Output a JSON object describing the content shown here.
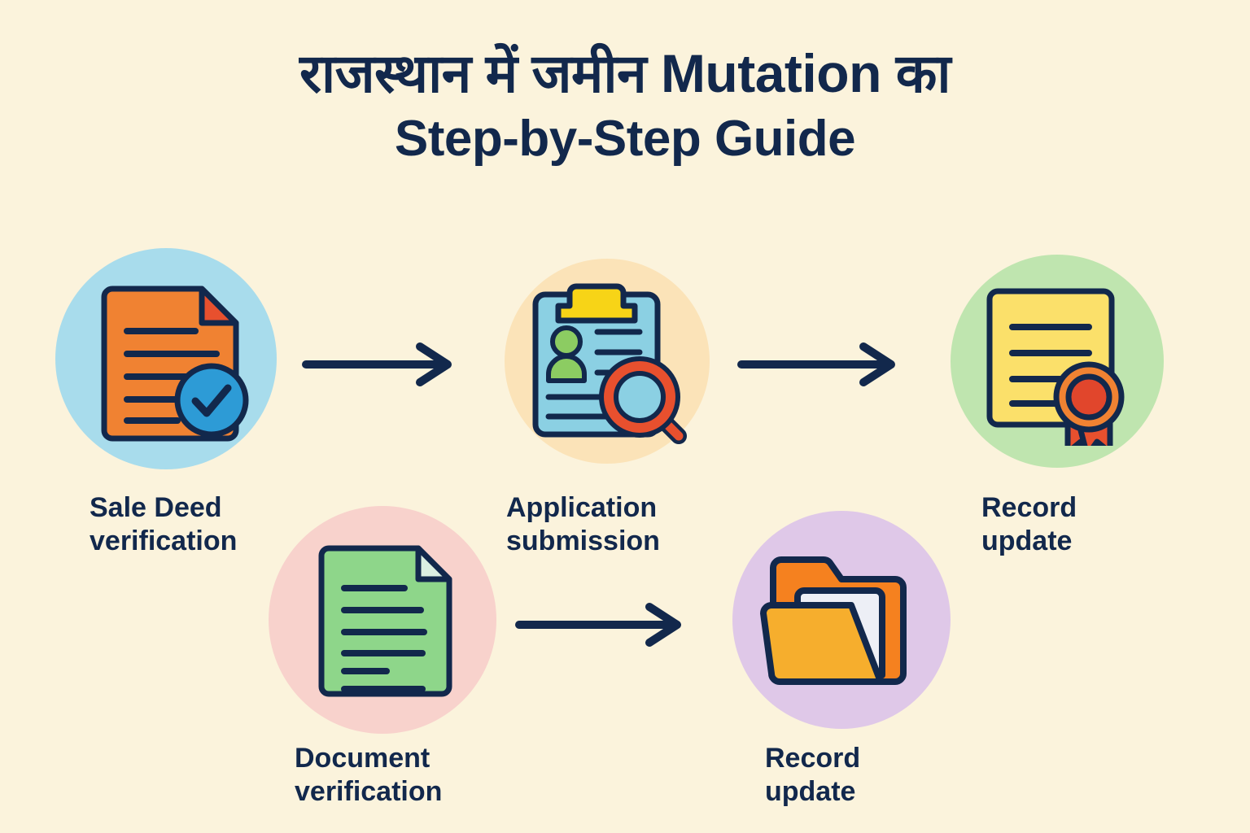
{
  "background_color": "#FBF3DC",
  "ink_color": "#12284C",
  "title": {
    "line1": "राजस्थान में जमीन Mutation का",
    "line2": "Step-by-Step Guide"
  },
  "steps": [
    {
      "id": "sale-deed-verification",
      "label": "Sale Deed\nverification",
      "icon": "document-check-icon",
      "circle_color": "#A8DCEC",
      "icon_colors": {
        "page": "#F08232",
        "fold": "#E8502E",
        "badge": "#2D9BD6",
        "outline": "#12284C"
      },
      "line_count": 5
    },
    {
      "id": "application-submission",
      "label": "Application\nsubmission",
      "icon": "clipboard-search-icon",
      "circle_color": "#FBE3B8",
      "icon_colors": {
        "board": "#8BD0E3",
        "clip": "#F7D417",
        "avatar": "#8CCC62",
        "magnifier": "#E8502E",
        "lens": "#8BD0E3",
        "outline": "#12284C"
      },
      "line_count": 5
    },
    {
      "id": "record-update-top",
      "label": "Record\nupdate",
      "icon": "certificate-seal-icon",
      "circle_color": "#BFE5AF",
      "icon_colors": {
        "page": "#FBE06A",
        "rosette_outer": "#F08232",
        "rosette_inner": "#E1462C",
        "ribbon": "#E8502E",
        "outline": "#12284C"
      },
      "line_count": 4
    },
    {
      "id": "document-verification",
      "label": "Document\nverification",
      "icon": "document-lines-icon",
      "circle_color": "#F8D2CC",
      "icon_colors": {
        "page": "#8ED68A",
        "fold": "#DCEFE2",
        "outline": "#12284C"
      },
      "line_count": 6
    },
    {
      "id": "record-update-bottom",
      "label": "Record\nupdate",
      "icon": "open-folder-icon",
      "circle_color": "#DFC8E8",
      "icon_colors": {
        "back": "#F5811F",
        "paper": "#EDEFF6",
        "front": "#F6AE2D",
        "outline": "#12284C"
      }
    }
  ],
  "arrows": [
    {
      "id": "arrow-1",
      "from": "sale-deed-verification",
      "to": "application-submission",
      "direction": "right"
    },
    {
      "id": "arrow-2",
      "from": "application-submission",
      "to": "record-update-top",
      "direction": "right"
    },
    {
      "id": "arrow-3",
      "from": "document-verification",
      "to": "record-update-bottom",
      "direction": "right"
    }
  ]
}
